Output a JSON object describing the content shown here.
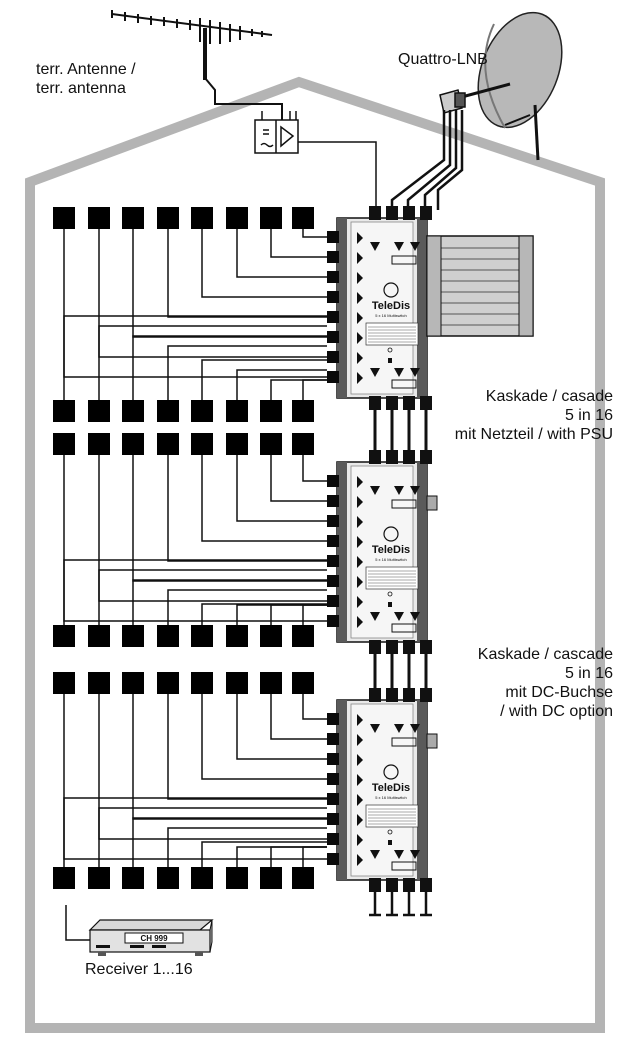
{
  "labels": {
    "terr_antenna": [
      "terr. Antenne /",
      "terr. antenna"
    ],
    "lnb": "Quattro-LNB",
    "cascade1": [
      "Kaskade / casade",
      "5 in 16",
      "mit Netzteil / with PSU"
    ],
    "cascade2": [
      "Kaskade / cascade",
      "5 in 16",
      "mit DC-Buchse",
      "/ with DC option"
    ],
    "receiver": "Receiver 1...16"
  },
  "receiver_display": "CH 999",
  "switch_brand": "TeleDis",
  "switch_subtitle": "5 x 16 Multiswitch",
  "colors": {
    "house": "#b4b4b4",
    "switch_body": "#e9e9e9",
    "psu": "#cfcfcf",
    "wire": "#111111",
    "dish": "#b8b8b8"
  },
  "icons": [
    "antenna-icon",
    "amplifier-icon",
    "satellite-dish-icon",
    "lnb-icon",
    "multiswitch-icon",
    "psu-icon",
    "wall-socket-icon",
    "receiver-icon"
  ]
}
